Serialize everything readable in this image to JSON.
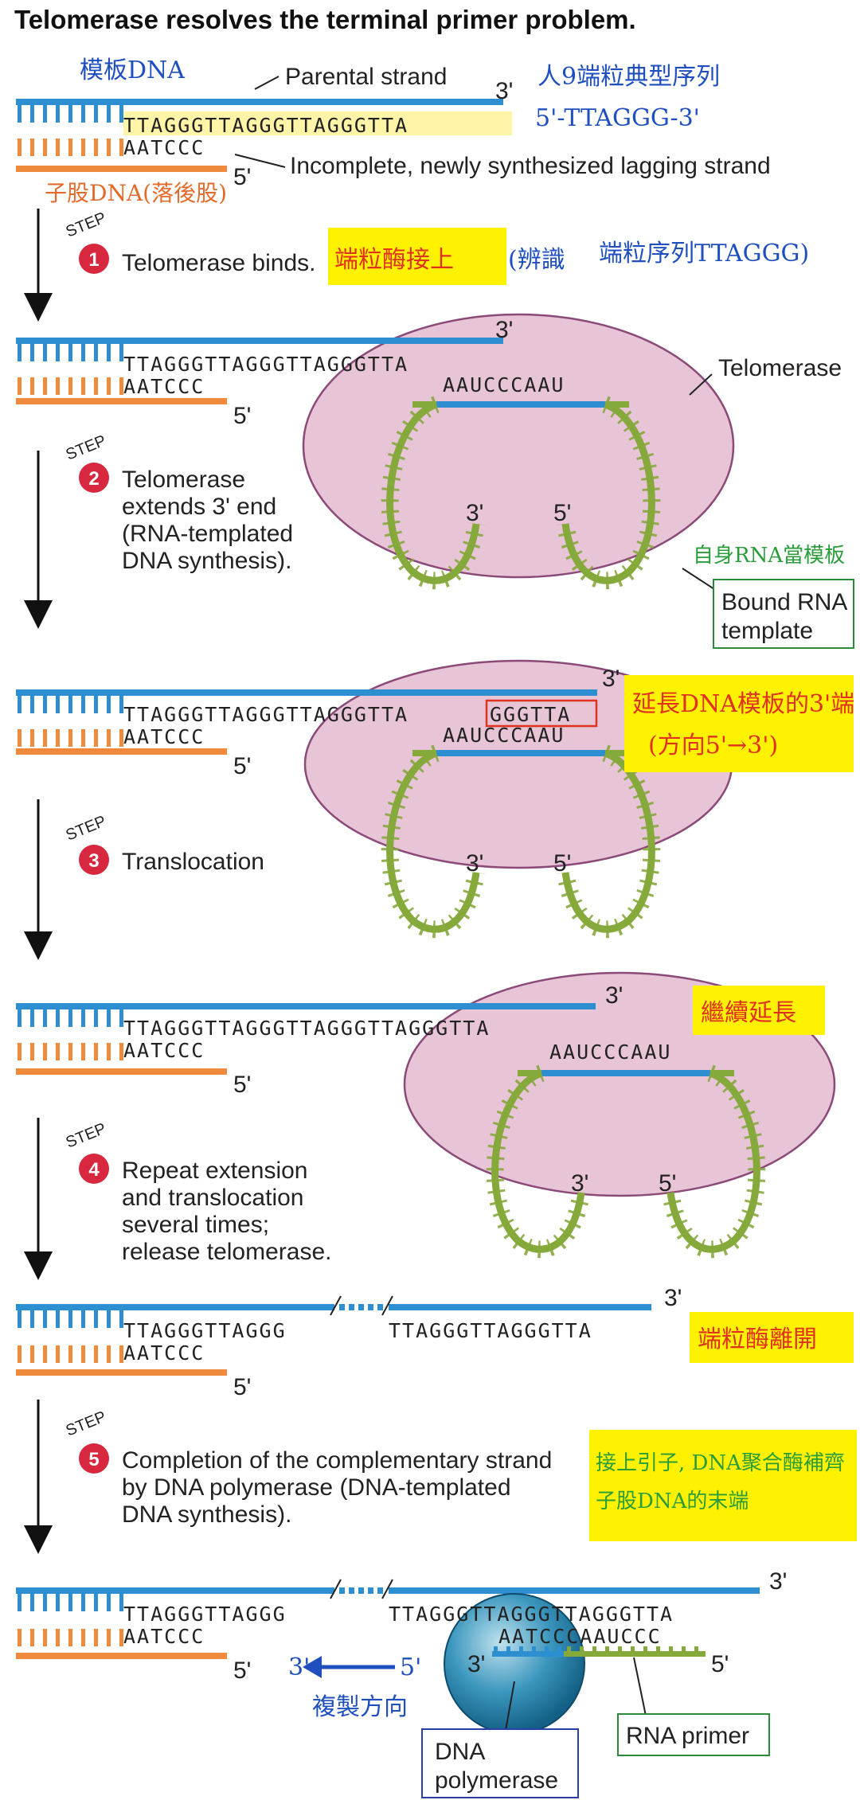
{
  "title": "Telomerase resolves the terminal primer problem.",
  "labels": {
    "parental_strand": "Parental strand",
    "incomplete_strand": "Incomplete, newly synthesized lagging strand",
    "telomerase": "Telomerase",
    "bound_rna_template": [
      "Bound RNA",
      "template"
    ],
    "rna_primer": "RNA primer",
    "dna_polymerase": [
      "DNA",
      "polymerase"
    ],
    "three_prime": "3'",
    "five_prime": "5'"
  },
  "sequences": {
    "top_initial": "TTAGGGTTAGGGTTAGGGTTA",
    "top_step1": "TTAGGGTTAGGGTTAGGGTTA",
    "top_step2_base": "TTAGGGTTAGGGTTAGGGTTA",
    "top_step2_added": "GGGTTA",
    "top_step4": "TTAGGGTTAGGGTTAGGGTTAGGGTTA",
    "top_step5_left": "TTAGGGTTAGGG",
    "top_step5_right": "TTAGGGTTAGGGTTA",
    "top_final_left": "TTAGGGTTAGGG",
    "top_final_right": "TTAGGGTTAGGGTTAGGGTTA",
    "lagging": "AATCCC",
    "rna_template": "AAUCCCAAU",
    "final_bottom": "AATCCCAAUCCC"
  },
  "steps": [
    {
      "number": "1",
      "step_word": "STEP",
      "text": [
        "Telomerase binds."
      ]
    },
    {
      "number": "2",
      "step_word": "STEP",
      "text": [
        "Telomerase",
        "extends 3' end",
        "(RNA-templated",
        "DNA synthesis)."
      ]
    },
    {
      "number": "3",
      "step_word": "STEP",
      "text": [
        "Translocation"
      ]
    },
    {
      "number": "4",
      "step_word": "STEP",
      "text": [
        "Repeat extension",
        "and translocation",
        "several times;",
        "release telomerase."
      ]
    },
    {
      "number": "5",
      "step_word": "STEP",
      "text": [
        "Completion of the complementary strand",
        "by DNA polymerase (DNA-templated",
        "DNA synthesis)."
      ]
    }
  ],
  "annotations": {
    "template_dna": "模板DNA",
    "human_telomere": [
      "人9端粒典型序列",
      "5'-TTAGGG-3'"
    ],
    "daughter_dna": "子股DNA(落後股)",
    "telomerase_attach": "端粒酶接上",
    "recognize": "(辨識",
    "recognize_seq": "端粒序列TTAGGG)",
    "own_rna_template": "自身RNA當模板",
    "extend_3prime": [
      "延長DNA模板的3'端",
      "(方向5'→3')"
    ],
    "continue_extend": "繼續延長",
    "telomerase_leaves": "端粒酶離開",
    "primer_attach": [
      "接上引子, DNA聚合酶補齊",
      "子股DNA的末端"
    ],
    "replication_direction": "複製方向",
    "arrow_left_label": "3'",
    "arrow_right_label": "5'"
  },
  "colors": {
    "parental_blue": "#2e8fd0",
    "lagging_orange": "#ef8a3c",
    "rna_green": "#86a93c",
    "enzyme_pink": "#e7c4d6",
    "enzyme_edge": "#8b4a78",
    "step_red": "#d8283f",
    "highlight_yellow": "#fff200",
    "seq_highlight": "#fff4a8",
    "polymerase_blue": "#1f7aa5",
    "box_green": "#2c8a3c",
    "box_blue": "#2a3fa8",
    "red_box": "#e0301e"
  }
}
